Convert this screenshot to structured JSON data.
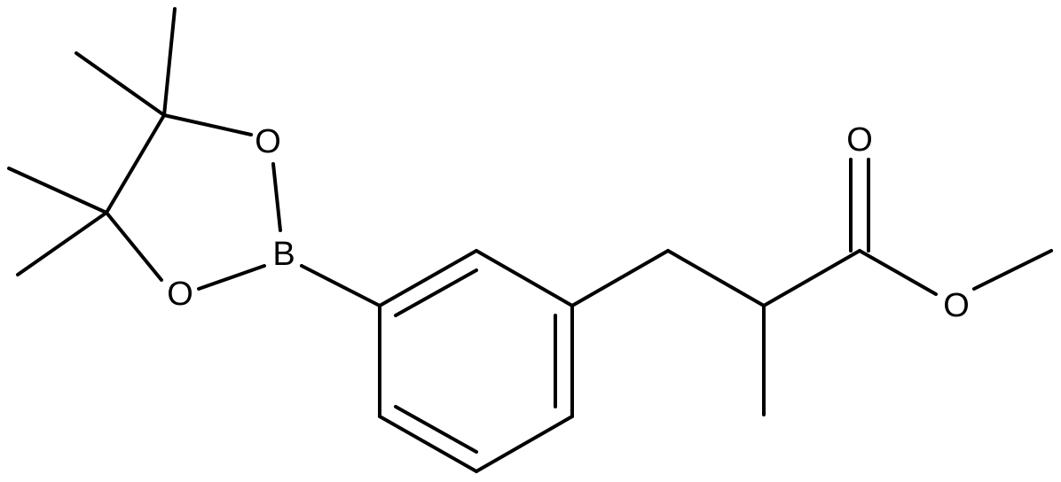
{
  "molecule": {
    "atoms": {
      "o1": "O",
      "o2": "O",
      "b": "B",
      "o_carbonyl": "O",
      "o_ester": "O"
    }
  },
  "colors": {
    "bond": "#000000",
    "label": "#000000",
    "background": "#ffffff"
  }
}
